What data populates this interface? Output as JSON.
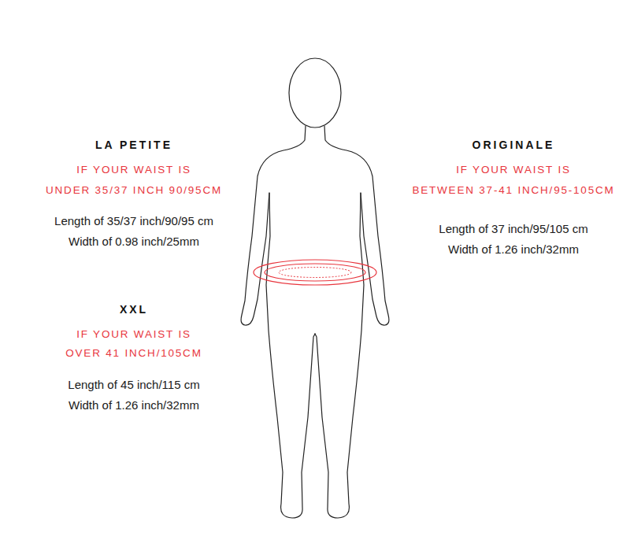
{
  "diagram": {
    "labels": [
      "LA PETITE",
      "IF YOUR WAIST IS",
      "UNDER 35/37 INCH 90/95CM",
      "Length of 35/37 inch/90/95 cm",
      "Width of 0.98 inch/25mm",
      "XXL",
      "IF YOUR WAIST IS",
      "OVER 41 INCH/105CM",
      "Length of 45 inch/115 cm",
      "Width of 1.26 inch/32mm",
      "ORIGINALE",
      "IF YOUR WAIST IS",
      "BETWEEN 37-41 INCH/95-105CM",
      "Length of 37 inch/95/105 cm",
      "Width of 1.26 inch/32mm"
    ]
  }
}
